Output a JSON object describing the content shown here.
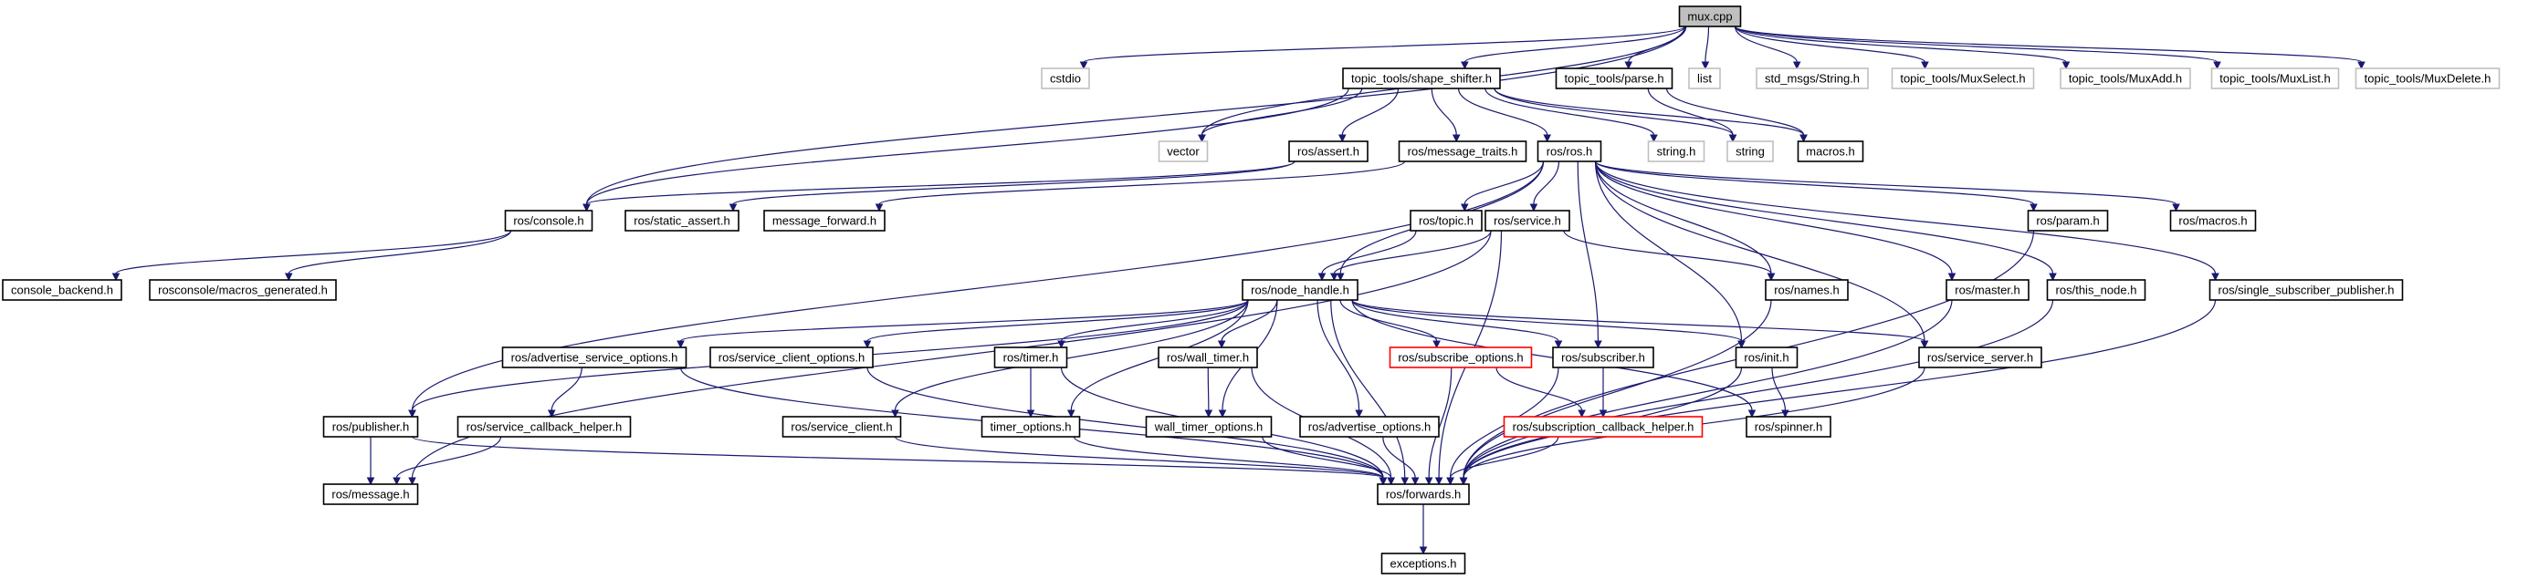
{
  "graph": {
    "colors": {
      "root_fill": "#bfbfbf",
      "documented_border": "#000000",
      "undocumented_border": "#bfbfbf",
      "incomplete_border": "#ff0000",
      "edge": "#191970"
    },
    "nodes": [
      {
        "id": "mux_cpp",
        "label": "mux.cpp",
        "kind": "root"
      },
      {
        "id": "cstdio",
        "label": "cstdio",
        "kind": "external"
      },
      {
        "id": "shape_shifter",
        "label": "topic_tools/shape_shifter.h",
        "kind": "normal"
      },
      {
        "id": "parse",
        "label": "topic_tools/parse.h",
        "kind": "normal"
      },
      {
        "id": "list",
        "label": "list",
        "kind": "external"
      },
      {
        "id": "std_string",
        "label": "std_msgs/String.h",
        "kind": "external"
      },
      {
        "id": "mux_select",
        "label": "topic_tools/MuxSelect.h",
        "kind": "external"
      },
      {
        "id": "mux_add",
        "label": "topic_tools/MuxAdd.h",
        "kind": "external"
      },
      {
        "id": "mux_list",
        "label": "topic_tools/MuxList.h",
        "kind": "external"
      },
      {
        "id": "mux_delete",
        "label": "topic_tools/MuxDelete.h",
        "kind": "external"
      },
      {
        "id": "vector",
        "label": "vector",
        "kind": "external"
      },
      {
        "id": "ros_assert",
        "label": "ros/assert.h",
        "kind": "normal"
      },
      {
        "id": "message_traits",
        "label": "ros/message_traits.h",
        "kind": "normal"
      },
      {
        "id": "ros_ros",
        "label": "ros/ros.h",
        "kind": "normal"
      },
      {
        "id": "string_h",
        "label": "string.h",
        "kind": "external"
      },
      {
        "id": "string",
        "label": "string",
        "kind": "external"
      },
      {
        "id": "macros",
        "label": "macros.h",
        "kind": "normal"
      },
      {
        "id": "console",
        "label": "ros/console.h",
        "kind": "normal"
      },
      {
        "id": "static_assert",
        "label": "ros/static_assert.h",
        "kind": "normal"
      },
      {
        "id": "message_forward",
        "label": "message_forward.h",
        "kind": "normal"
      },
      {
        "id": "topic",
        "label": "ros/topic.h",
        "kind": "normal"
      },
      {
        "id": "service",
        "label": "ros/service.h",
        "kind": "normal"
      },
      {
        "id": "param",
        "label": "ros/param.h",
        "kind": "normal"
      },
      {
        "id": "ros_macros",
        "label": "ros/macros.h",
        "kind": "normal"
      },
      {
        "id": "console_backend",
        "label": "console_backend.h",
        "kind": "normal"
      },
      {
        "id": "rosconsole_macros",
        "label": "rosconsole/macros_generated.h",
        "kind": "normal"
      },
      {
        "id": "node_handle",
        "label": "ros/node_handle.h",
        "kind": "normal"
      },
      {
        "id": "names",
        "label": "ros/names.h",
        "kind": "normal"
      },
      {
        "id": "master",
        "label": "ros/master.h",
        "kind": "normal"
      },
      {
        "id": "this_node",
        "label": "ros/this_node.h",
        "kind": "normal"
      },
      {
        "id": "single_sub_pub",
        "label": "ros/single_subscriber_publisher.h",
        "kind": "normal"
      },
      {
        "id": "adv_srv_opts",
        "label": "ros/advertise_service_options.h",
        "kind": "normal"
      },
      {
        "id": "srv_client_opts",
        "label": "ros/service_client_options.h",
        "kind": "normal"
      },
      {
        "id": "timer",
        "label": "ros/timer.h",
        "kind": "normal"
      },
      {
        "id": "wall_timer",
        "label": "ros/wall_timer.h",
        "kind": "normal"
      },
      {
        "id": "sub_opts",
        "label": "ros/subscribe_options.h",
        "kind": "incomplete"
      },
      {
        "id": "subscriber",
        "label": "ros/subscriber.h",
        "kind": "normal"
      },
      {
        "id": "init",
        "label": "ros/init.h",
        "kind": "normal"
      },
      {
        "id": "service_server",
        "label": "ros/service_server.h",
        "kind": "normal"
      },
      {
        "id": "publisher",
        "label": "ros/publisher.h",
        "kind": "normal"
      },
      {
        "id": "srv_cb_helper",
        "label": "ros/service_callback_helper.h",
        "kind": "normal"
      },
      {
        "id": "service_client",
        "label": "ros/service_client.h",
        "kind": "normal"
      },
      {
        "id": "timer_opts",
        "label": "timer_options.h",
        "kind": "normal"
      },
      {
        "id": "wall_timer_opts",
        "label": "wall_timer_options.h",
        "kind": "normal"
      },
      {
        "id": "adv_opts",
        "label": "ros/advertise_options.h",
        "kind": "normal"
      },
      {
        "id": "sub_cb_helper",
        "label": "ros/subscription_callback_helper.h",
        "kind": "incomplete"
      },
      {
        "id": "spinner",
        "label": "ros/spinner.h",
        "kind": "normal"
      },
      {
        "id": "message",
        "label": "ros/message.h",
        "kind": "normal"
      },
      {
        "id": "forwards",
        "label": "ros/forwards.h",
        "kind": "normal"
      },
      {
        "id": "exceptions",
        "label": "exceptions.h",
        "kind": "normal"
      }
    ],
    "edges": [
      [
        "mux_cpp",
        "cstdio"
      ],
      [
        "mux_cpp",
        "shape_shifter"
      ],
      [
        "mux_cpp",
        "parse"
      ],
      [
        "mux_cpp",
        "list"
      ],
      [
        "mux_cpp",
        "std_string"
      ],
      [
        "mux_cpp",
        "mux_select"
      ],
      [
        "mux_cpp",
        "mux_add"
      ],
      [
        "mux_cpp",
        "mux_list"
      ],
      [
        "mux_cpp",
        "mux_delete"
      ],
      [
        "mux_cpp",
        "vector"
      ],
      [
        "mux_cpp",
        "console"
      ],
      [
        "shape_shifter",
        "vector"
      ],
      [
        "shape_shifter",
        "ros_assert"
      ],
      [
        "shape_shifter",
        "message_traits"
      ],
      [
        "shape_shifter",
        "ros_ros"
      ],
      [
        "shape_shifter",
        "string_h"
      ],
      [
        "shape_shifter",
        "string"
      ],
      [
        "shape_shifter",
        "macros"
      ],
      [
        "shape_shifter",
        "console"
      ],
      [
        "parse",
        "string"
      ],
      [
        "parse",
        "macros"
      ],
      [
        "ros_assert",
        "console"
      ],
      [
        "ros_assert",
        "static_assert"
      ],
      [
        "message_traits",
        "message_forward"
      ],
      [
        "ros_ros",
        "topic"
      ],
      [
        "ros_ros",
        "service"
      ],
      [
        "ros_ros",
        "param"
      ],
      [
        "ros_ros",
        "ros_macros"
      ],
      [
        "ros_ros",
        "node_handle"
      ],
      [
        "ros_ros",
        "names"
      ],
      [
        "ros_ros",
        "master"
      ],
      [
        "ros_ros",
        "this_node"
      ],
      [
        "ros_ros",
        "single_sub_pub"
      ],
      [
        "ros_ros",
        "subscriber"
      ],
      [
        "ros_ros",
        "init"
      ],
      [
        "ros_ros",
        "service_server"
      ],
      [
        "ros_ros",
        "publisher"
      ],
      [
        "console",
        "console_backend"
      ],
      [
        "console",
        "rosconsole_macros"
      ],
      [
        "topic",
        "node_handle"
      ],
      [
        "service",
        "node_handle"
      ],
      [
        "service",
        "names"
      ],
      [
        "service",
        "forwards"
      ],
      [
        "service",
        "message"
      ],
      [
        "node_handle",
        "adv_srv_opts"
      ],
      [
        "node_handle",
        "srv_client_opts"
      ],
      [
        "node_handle",
        "timer"
      ],
      [
        "node_handle",
        "wall_timer"
      ],
      [
        "node_handle",
        "sub_opts"
      ],
      [
        "node_handle",
        "subscriber"
      ],
      [
        "node_handle",
        "init"
      ],
      [
        "node_handle",
        "service_server"
      ],
      [
        "node_handle",
        "publisher"
      ],
      [
        "node_handle",
        "service_client"
      ],
      [
        "node_handle",
        "timer_opts"
      ],
      [
        "node_handle",
        "wall_timer_opts"
      ],
      [
        "node_handle",
        "adv_opts"
      ],
      [
        "node_handle",
        "spinner"
      ],
      [
        "node_handle",
        "forwards"
      ],
      [
        "names",
        "forwards"
      ],
      [
        "param",
        "forwards"
      ],
      [
        "master",
        "forwards"
      ],
      [
        "this_node",
        "forwards"
      ],
      [
        "single_sub_pub",
        "forwards"
      ],
      [
        "adv_srv_opts",
        "srv_cb_helper"
      ],
      [
        "adv_srv_opts",
        "forwards"
      ],
      [
        "srv_client_opts",
        "forwards"
      ],
      [
        "timer",
        "timer_opts"
      ],
      [
        "timer",
        "forwards"
      ],
      [
        "wall_timer",
        "wall_timer_opts"
      ],
      [
        "wall_timer",
        "forwards"
      ],
      [
        "sub_opts",
        "sub_cb_helper"
      ],
      [
        "sub_opts",
        "forwards"
      ],
      [
        "subscriber",
        "sub_cb_helper"
      ],
      [
        "subscriber",
        "forwards"
      ],
      [
        "init",
        "spinner"
      ],
      [
        "init",
        "forwards"
      ],
      [
        "service_server",
        "forwards"
      ],
      [
        "publisher",
        "message"
      ],
      [
        "publisher",
        "forwards"
      ],
      [
        "srv_cb_helper",
        "message"
      ],
      [
        "service_client",
        "forwards"
      ],
      [
        "timer_opts",
        "forwards"
      ],
      [
        "wall_timer_opts",
        "forwards"
      ],
      [
        "adv_opts",
        "forwards"
      ],
      [
        "sub_cb_helper",
        "forwards"
      ],
      [
        "forwards",
        "exceptions"
      ]
    ]
  }
}
